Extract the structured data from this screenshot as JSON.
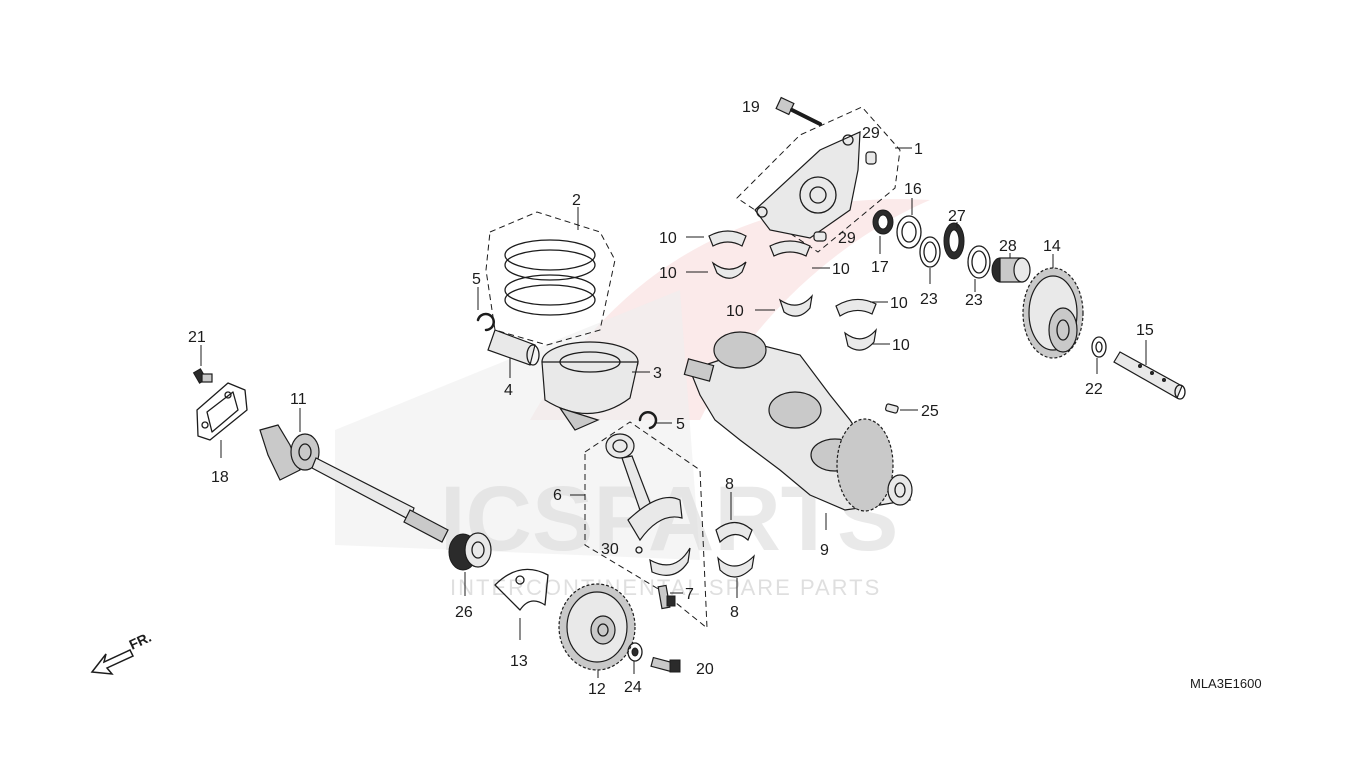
{
  "diagram": {
    "watermark": {
      "logo_text": "ICSPARTS",
      "tagline": "INTERCONTINENTAL SPARE PARTS"
    },
    "direction_label": "FR.",
    "drawing_code": "MLA3E1600",
    "callouts": {
      "c1": "1",
      "c2": "2",
      "c3": "3",
      "c4": "4",
      "c5a": "5",
      "c5b": "5",
      "c6": "6",
      "c7": "7",
      "c8a": "8",
      "c8b": "8",
      "c9": "9",
      "c10a": "10",
      "c10b": "10",
      "c10c": "10",
      "c10d": "10",
      "c10e": "10",
      "c10f": "10",
      "c11": "11",
      "c12": "12",
      "c13": "13",
      "c14": "14",
      "c15": "15",
      "c16": "16",
      "c17": "17",
      "c18": "18",
      "c19": "19",
      "c20": "20",
      "c21": "21",
      "c22": "22",
      "c23a": "23",
      "c23b": "23",
      "c24": "24",
      "c25": "25",
      "c26": "26",
      "c27": "27",
      "c28": "28",
      "c29a": "29",
      "c29b": "29",
      "c30": "30"
    }
  }
}
